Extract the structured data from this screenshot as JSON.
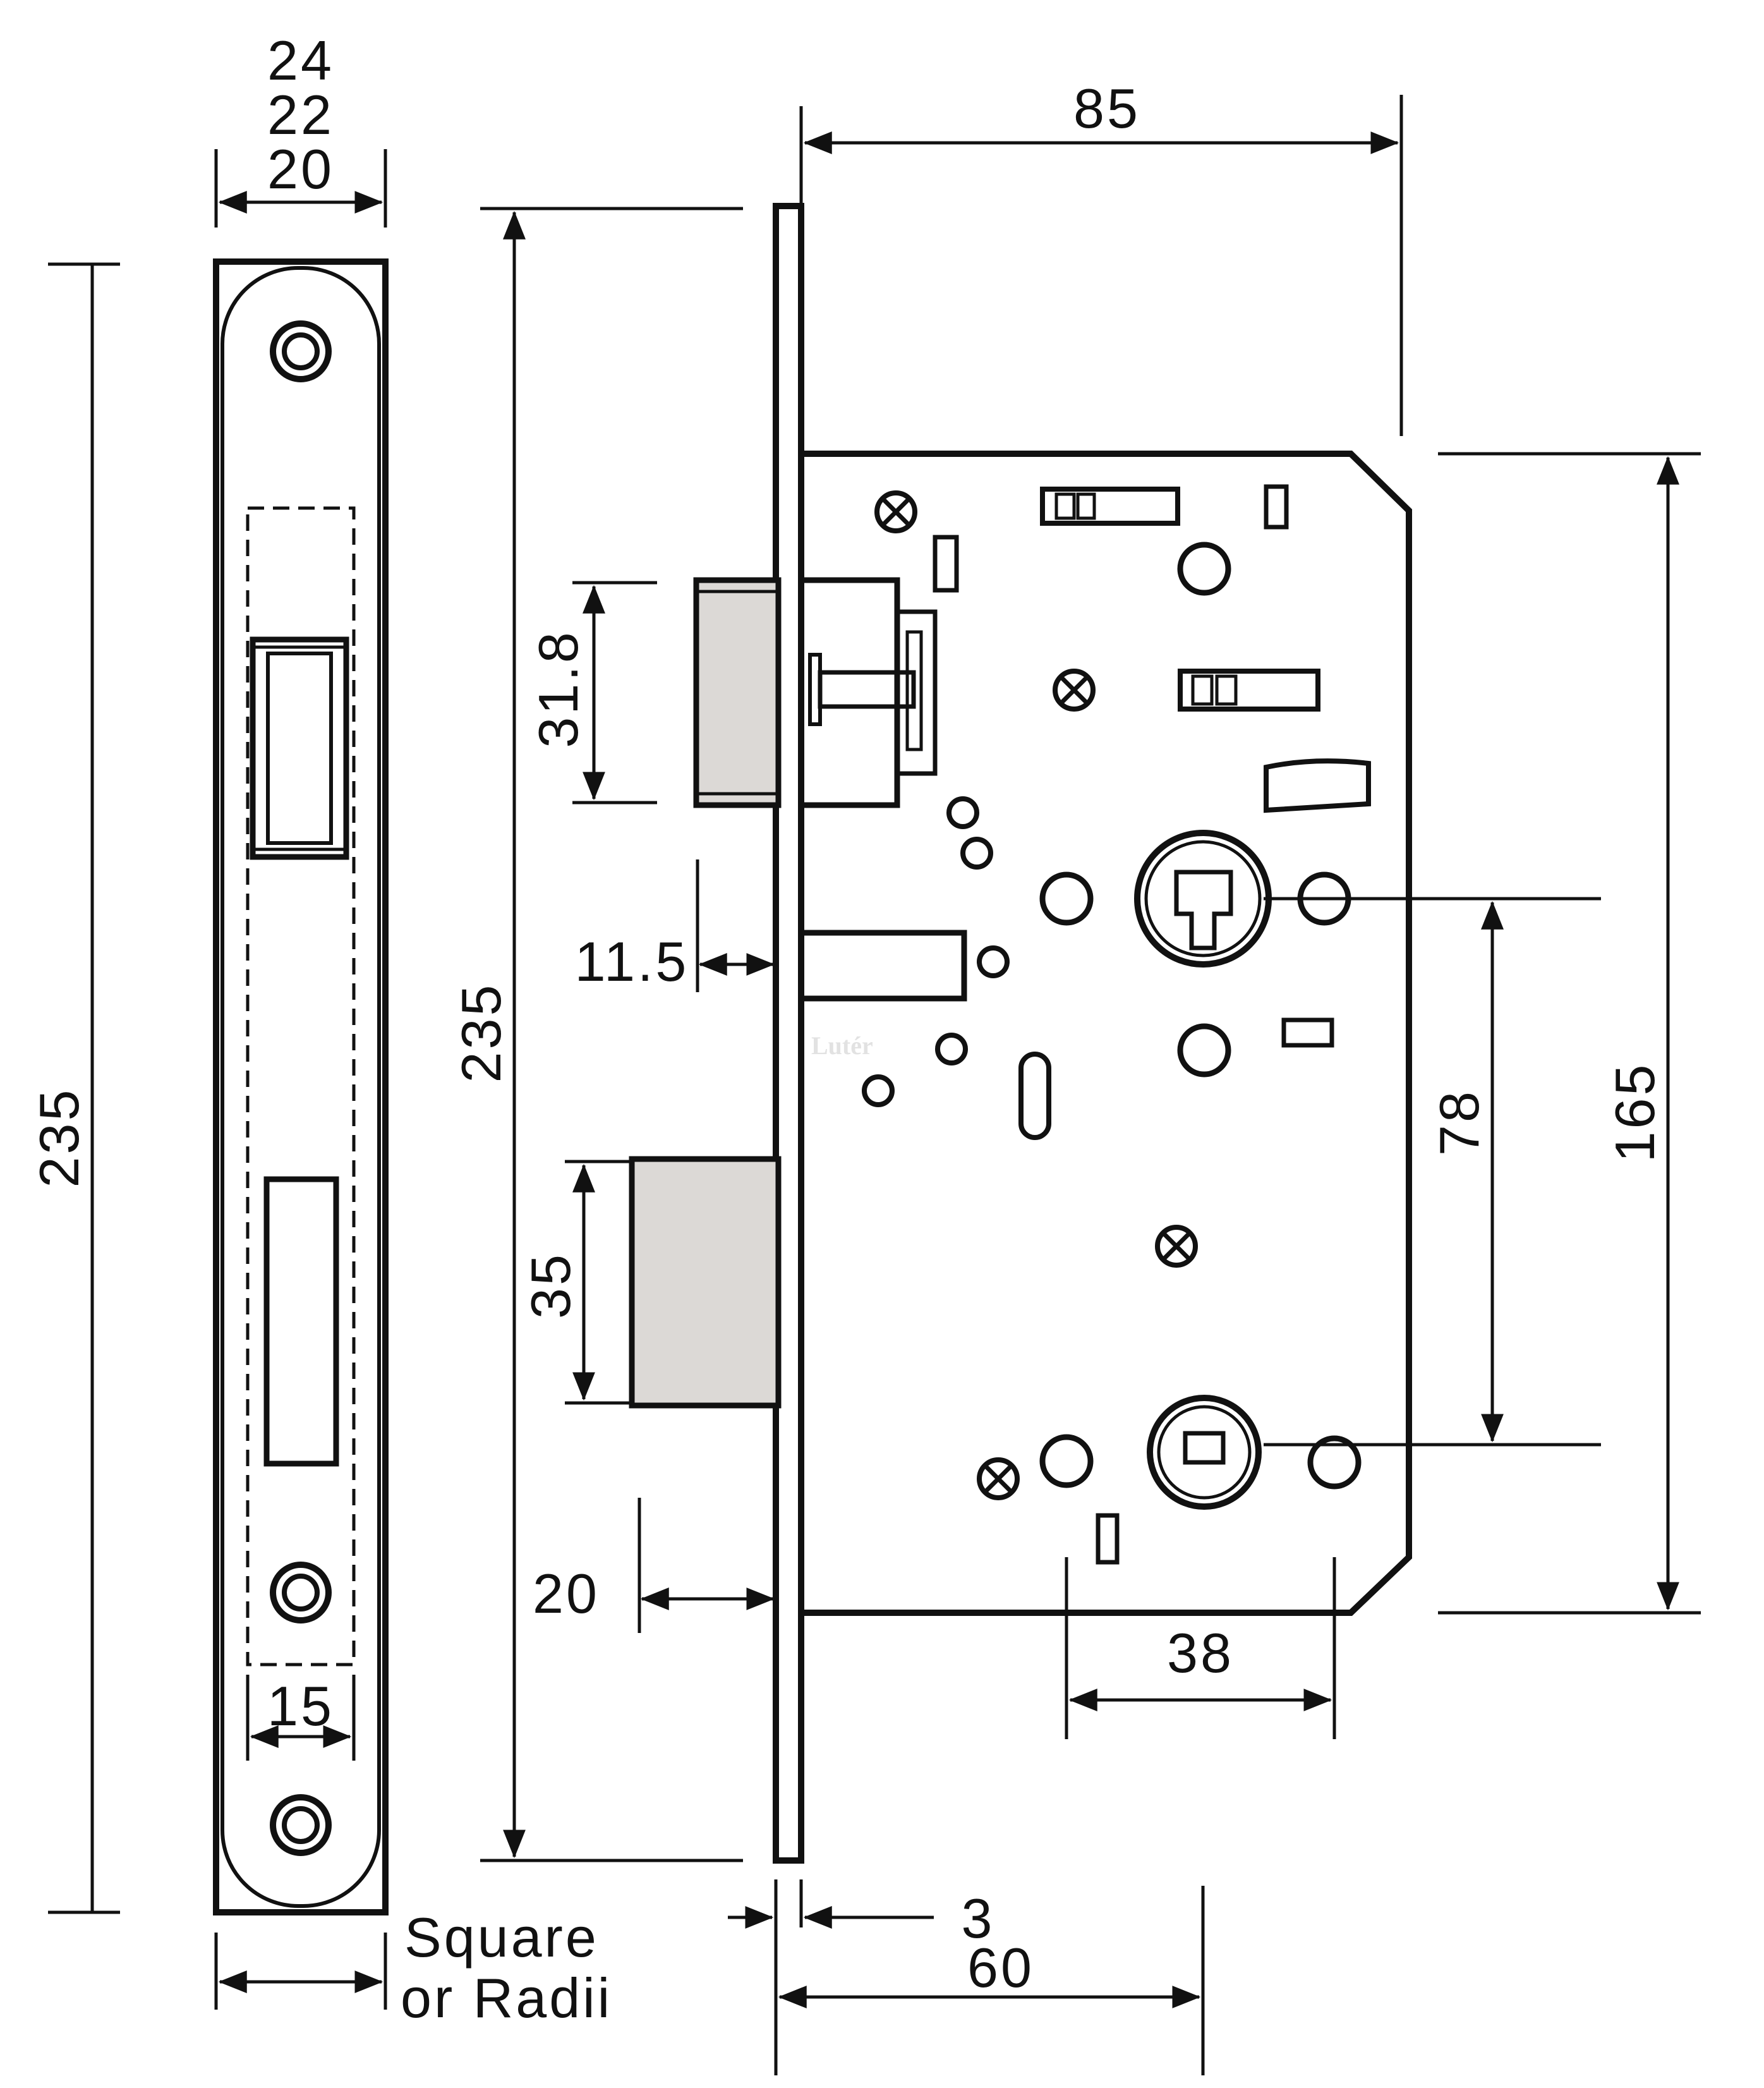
{
  "colors": {
    "ink": "#111111",
    "fill_gray": "#dcd9d6",
    "paper": "#ffffff"
  },
  "faceplate": {
    "width_labels": [
      "24",
      "22",
      "20"
    ],
    "height_label": "235",
    "inner_width_label": "15",
    "corner_note_line1": "Square",
    "corner_note_line2": "or Radii"
  },
  "body": {
    "backset_top_label": "85",
    "total_height_label": "235",
    "latch_height_label": "31.8",
    "latch_throw_label": "11.5",
    "deadbolt_height_label": "35",
    "deadbolt_throw_label": "20",
    "center_distance_label": "78",
    "case_height_label": "165",
    "spindle_spacing_label": "38",
    "plate_thickness_label": "3",
    "backset_label": "60"
  },
  "watermark": "Lutér"
}
